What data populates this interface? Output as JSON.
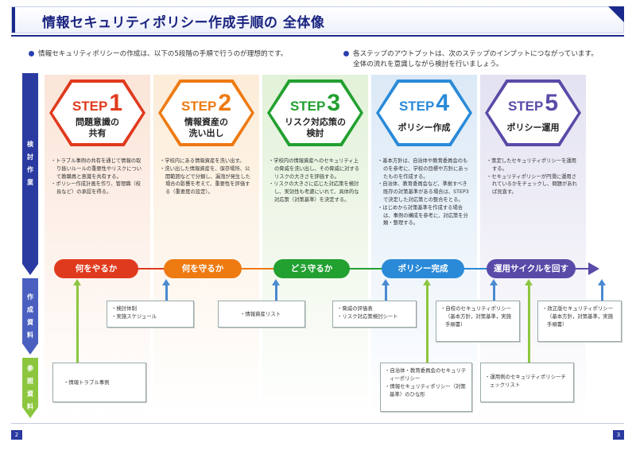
{
  "title": "情報セキュリティポリシー作成手順の 全体像",
  "intro_left": "情報セキュリティポリシーの作成は、以下の5段階の手順で行うのが理想的です。",
  "intro_right_1": "各ステップのアウトプットは、次のステップのインプットにつながっています。",
  "intro_right_2": "全体の流れを意識しながら検討を行いましょう。",
  "side": {
    "work": "検討作業",
    "docs": "作成資料",
    "refs": "参照資料"
  },
  "steps": [
    {
      "step_word": "STEP",
      "num": "1",
      "title_1": "問題意識の",
      "title_2": "共有",
      "color": "#e03a1e",
      "bg": "#fbe5d8",
      "desc": [
        "・トラブル事例の共有を通じて情報の取り扱いルールの重要性やリスクについて教職員と意識を共有する。",
        "・ポリシー作成計画を作り、管理職（校長など）の承認を得る。"
      ],
      "oval": "何をやるか",
      "doc_box": [
        "・検討体制",
        "・実施スケジュール"
      ],
      "ref_box": [
        "・情報トラブル事例"
      ]
    },
    {
      "step_word": "STEP",
      "num": "2",
      "title_1": "情報資産の",
      "title_2": "洗い出し",
      "color": "#ee7a12",
      "bg": "#fcecd8",
      "desc": [
        "・学校内にある情報資産を洗い出す。",
        "・洗い出した情報資産を、保存場所、公開範囲などで分類し、漏洩が発生した場合の影響を考えて、重要性を評価する（重要度の設定）。"
      ],
      "oval": "何を守るか",
      "doc_box": [
        "・情報資産リスト"
      ]
    },
    {
      "step_word": "STEP",
      "num": "3",
      "title_1": "リスク対応策の",
      "title_2": "検討",
      "color": "#22a030",
      "bg": "#e2f1d8",
      "desc": [
        "・学校内の情報資産へのセキュリティ上の脅威を洗い出し、その脅威に対するリスクの大きさを評価する。",
        "・リスクの大きさに応じた対応策を検討し、実効性も考慮にいれて、具体的な対応策（対策基準）を決定する。"
      ],
      "oval": "どう守るか",
      "doc_box": [
        "・脅威の評価表",
        "・リスク対応策検討シート"
      ]
    },
    {
      "step_word": "STEP",
      "num": "4",
      "title_1": "",
      "title_2": "ポリシー作成",
      "color": "#2a8ad8",
      "bg": "#dbe9f6",
      "desc": [
        "・基本方針は、自治体や教育委員会のものを参考に、学校の目標や方針にあったものを作成する。",
        "・自治体、教育委員会など、準拠すべき既存の対策基準がある場合は、STEP3で決定した対応策との整合をとる。",
        "・はじめから対策基準を作成する場合は、事例の構成を参考に、対応策を分類・整理する。"
      ],
      "oval": "ポリシー完成",
      "doc_box": [
        "・自校のセキュリティポリシー（基本方針，対策基準，実施手順書）"
      ],
      "ref_box": [
        "・自治体・教育委員会のセキュリティーポリシー",
        "・情報セキュリティポリシー（対策基準）のひな形"
      ]
    },
    {
      "step_word": "STEP",
      "num": "5",
      "title_1": "",
      "title_2": "ポリシー運用",
      "color": "#5a4aa8",
      "bg": "#e3e2f1",
      "desc": [
        "・策定したセキュリティポリシーを運用する。",
        "・セキュリティポリシーが円滑に運用されているかをチェックし、問題があれば見直す。"
      ],
      "oval": "運用サイクルを回す",
      "doc_box": [
        "・改正版セキュリティポリシー（基本方針，対策基準，実施手順書）"
      ],
      "ref_box": [
        "・運用例のセキュリティポリシーチェックリスト"
      ]
    }
  ],
  "page_left": "2",
  "page_right": "3",
  "colors": {
    "navy": "#1a2480",
    "arrow": "#2a3aa0",
    "ref_green": "#8cc63f"
  }
}
